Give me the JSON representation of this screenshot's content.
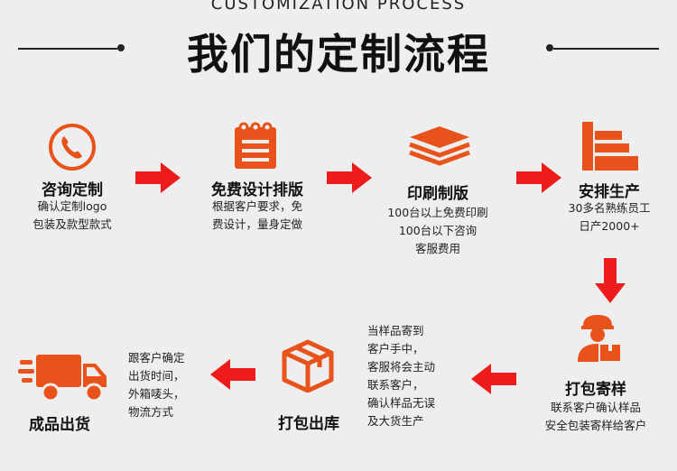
{
  "header": {
    "subtitle_en": "CUSTOMIZATION PROCESS",
    "title": "我们的定制流程"
  },
  "colors": {
    "accent": "#e8531c",
    "arrow": "#ef1c1c",
    "text": "#111111",
    "background": "#eeeeee"
  },
  "steps": [
    {
      "icon": "phone-icon",
      "title": "咨询定制",
      "lines": [
        "确认定制logo",
        "包装及款型款式"
      ]
    },
    {
      "icon": "notepad-icon",
      "title": "免费设计排版",
      "lines": [
        "根据客户要求，免",
        "费设计，量身定做"
      ]
    },
    {
      "icon": "paper-stack-icon",
      "title": "印刷制版",
      "lines": [
        "100台以上免费印刷",
        "100台以下咨询",
        "客服费用"
      ]
    },
    {
      "icon": "production-icon",
      "title": "安排生产",
      "lines": [
        "30多名熟练员工",
        "日产2000+"
      ]
    },
    {
      "icon": "worker-box-icon",
      "title": "打包寄样",
      "lines": [
        "联系客户确认样品",
        "安全包装寄样给客户"
      ]
    },
    {
      "icon": "sample-note",
      "title": "",
      "lines": [
        "当样品寄到",
        "客户手中，",
        "客服将会主动",
        "联系客户，",
        "确认样品无误",
        "及大货生产"
      ]
    },
    {
      "icon": "box-icon",
      "title": "打包出库",
      "lines": []
    },
    {
      "icon": "ship-note",
      "title": "",
      "lines": [
        "跟客户确定",
        "出货时间，",
        "外箱唛头，",
        "物流方式"
      ]
    },
    {
      "icon": "truck-icon",
      "title": "成品出货",
      "lines": []
    }
  ]
}
